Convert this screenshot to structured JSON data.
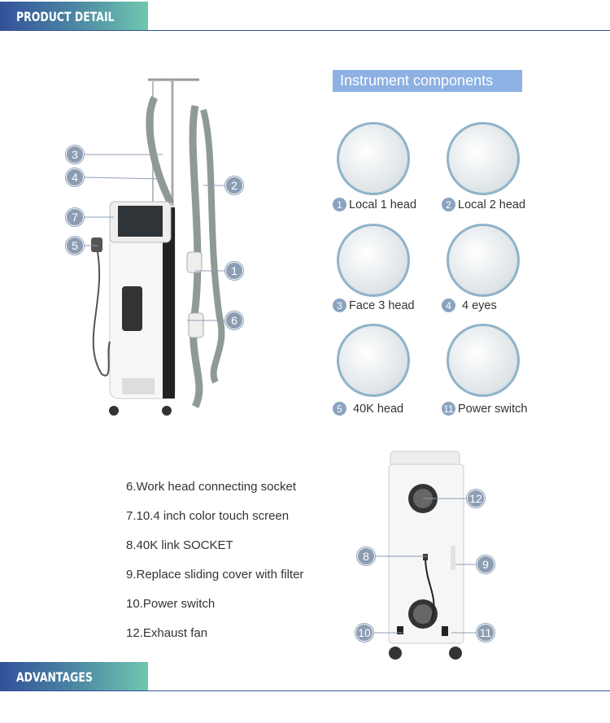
{
  "header": {
    "title": "PRODUCT DETAIL"
  },
  "components": {
    "title": "Instrument components",
    "items": [
      {
        "num": "1",
        "label": "Local 1 head"
      },
      {
        "num": "2",
        "label": "Local 2 head"
      },
      {
        "num": "3",
        "label": "Face 3 head"
      },
      {
        "num": "4",
        "label": "4 eyes"
      },
      {
        "num": "5",
        "label": "40K head"
      },
      {
        "num": "11",
        "label": "Power switch"
      }
    ]
  },
  "front_callouts": [
    "3",
    "4",
    "7",
    "5",
    "2",
    "1",
    "6"
  ],
  "back_callouts": [
    "12",
    "8",
    "9",
    "10",
    "11"
  ],
  "list": [
    "6.Work head connecting socket",
    "7.10.4 inch color touch screen",
    "8.40K link SOCKET",
    "9.Replace sliding cover with filter",
    "10.Power switch",
    "12.Exhaust fan"
  ],
  "footer": {
    "title": "ADVANTAGES"
  },
  "colors": {
    "band_start": "#33519a",
    "band_end": "#6fc7b0",
    "title_box": "#8db1e2",
    "callout": "#8c9db3"
  }
}
